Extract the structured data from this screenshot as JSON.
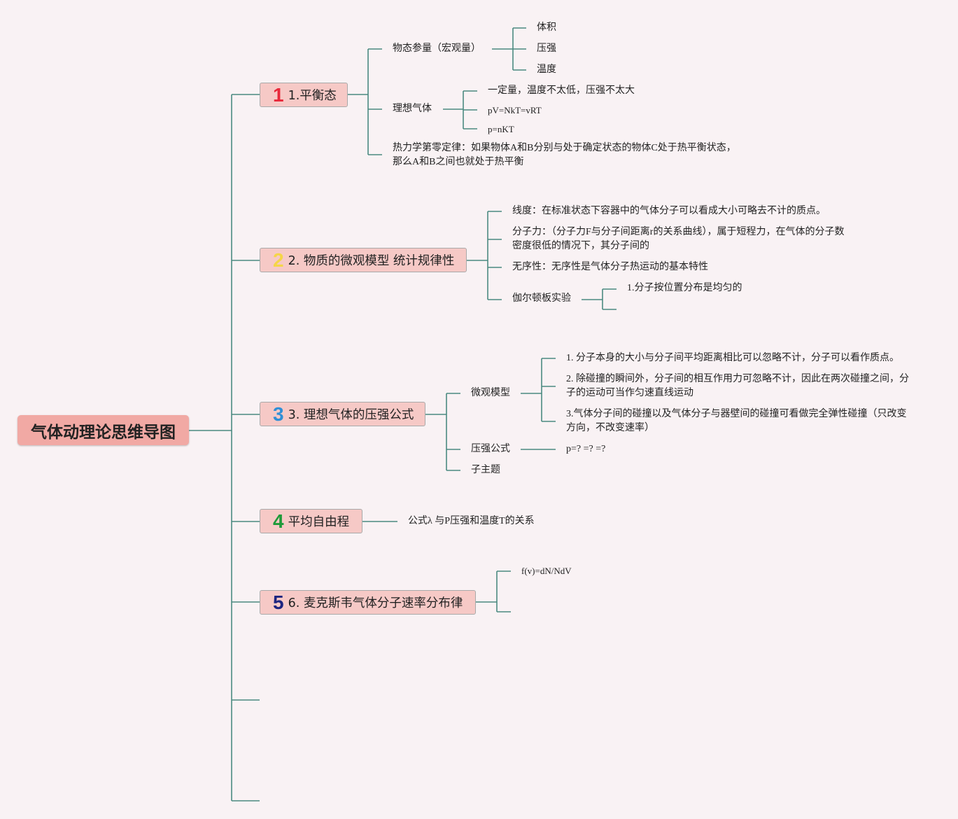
{
  "root": {
    "title": "气体动理论思维导图"
  },
  "colors": {
    "line": "#4a8a80",
    "root_fill": "#f1a9a4",
    "topic_fill": "#f6c9c6",
    "background": "#f9f2f4",
    "num1": "#e8293b",
    "num2": "#f5d547",
    "num3": "#2f8fd6",
    "num4": "#1f9a3a",
    "num5": "#1d2580"
  },
  "topics": [
    {
      "num": "1",
      "label": "1.平衡态",
      "children": [
        {
          "label": "物态参量（宏观量）",
          "children": [
            "体积",
            "压强",
            "温度"
          ]
        },
        {
          "label": "理想气体",
          "children": [
            "一定量，温度不太低，压强不太大",
            "pV=NkT=vRT",
            "p=nKT"
          ]
        },
        {
          "line1": "热力学第零定律：如果物体A和B分别与处于确定状态的物体C处于热平衡状态，",
          "line2": "那么A和B之间也就处于热平衡"
        }
      ]
    },
    {
      "num": "2",
      "label": "2. 物质的微观模型 统计规律性",
      "children": [
        {
          "label": "线度：在标准状态下容器中的气体分子可以看成大小可略去不计的质点。"
        },
        {
          "line1": "分子力：（分子力F与分子间距离r的关系曲线），属于短程力，在气体的分子数",
          "line2": "密度很低的情况下，其分子间的"
        },
        {
          "label": "无序性：无序性是气体分子热运动的基本特性"
        },
        {
          "label": "伽尔顿板实验",
          "children": [
            "1.分子按位置分布是均匀的"
          ]
        }
      ]
    },
    {
      "num": "3",
      "label": "3. 理想气体的压强公式",
      "children": [
        {
          "label": "微观模型",
          "children": [
            {
              "label": "1. 分子本身的大小与分子间平均距离相比可以忽略不计，分子可以看作质点。"
            },
            {
              "line1": "2. 除碰撞的瞬间外，分子间的相互作用力可忽略不计，因此在两次碰撞之间，分",
              "line2": "子的运动可当作匀速直线运动"
            },
            {
              "line1": "3.气体分子间的碰撞以及气体分子与器壁间的碰撞可看做完全弹性碰撞（只改变",
              "line2": "方向，不改变速率）"
            }
          ]
        },
        {
          "label": "压强公式",
          "children": [
            "p=?  =?  =?"
          ]
        },
        {
          "label": "子主题"
        }
      ]
    },
    {
      "num": "4",
      "label": "平均自由程",
      "children": [
        {
          "label": "公式λ 与P压强和温度T的关系"
        }
      ]
    },
    {
      "num": "5",
      "label": "6. 麦克斯韦气体分子速率分布律",
      "children": [
        {
          "label": "f(v)=dN/NdV"
        }
      ]
    }
  ]
}
